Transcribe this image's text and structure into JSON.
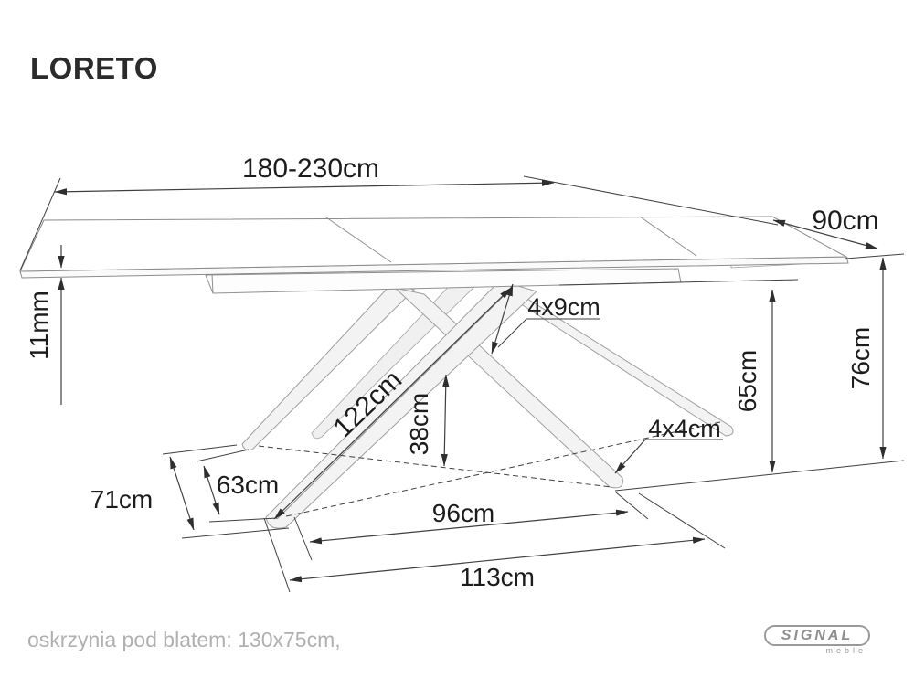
{
  "page": {
    "title": "LORETO",
    "footer_note": "oskrzynia pod blatem: 130x75cm,",
    "background_color": "#ffffff"
  },
  "brand": {
    "name": "SIGNAL",
    "subtitle": "meble"
  },
  "drawing": {
    "subject": "perspective line drawing of LORETO extendable dining table with X-cross legs",
    "dimensions": {
      "tabletop_length": "180-230cm",
      "tabletop_depth": "90cm",
      "tabletop_thickness": "11mm",
      "leg_section_upper": "4x9cm",
      "leg_length": "122cm",
      "cross_point_height": "38cm",
      "leg_section_foot": "4x4cm",
      "underframe_clearance": "65cm",
      "table_height": "76cm",
      "feet_span_depth_inner": "63cm",
      "feet_span_depth_outer": "71cm",
      "feet_span_width_inner": "96cm",
      "feet_span_width_outer": "113cm"
    },
    "colors": {
      "dimension_lines": "#3f3f3f",
      "drawing_lines": "#8f8f8f",
      "label_text": "#1c1c1c",
      "footer_text": "#b0b0b0",
      "brand_gray": "#8f8f8f"
    }
  }
}
